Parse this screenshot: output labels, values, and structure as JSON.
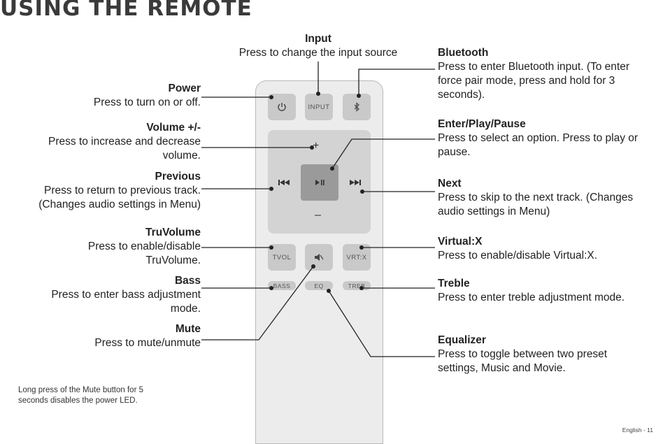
{
  "page": {
    "title": "USING THE REMOTE",
    "footer": "English - 11",
    "note": "Long press of the Mute button for 5 seconds disables the power LED."
  },
  "callouts": {
    "input": {
      "heading": "Input",
      "desc": "Press to change the input source"
    },
    "power": {
      "heading": "Power",
      "desc": "Press to turn on or off."
    },
    "volume": {
      "heading": "Volume +/-",
      "desc": "Press to increase and decrease volume."
    },
    "previous": {
      "heading": "Previous",
      "desc": "Press to return to previous track. (Changes audio settings in Menu)"
    },
    "truvolume": {
      "heading": "TruVolume",
      "desc": "Press to enable/disable TruVolume."
    },
    "bass": {
      "heading": "Bass",
      "desc": "Press to enter bass adjustment mode."
    },
    "mute": {
      "heading": "Mute",
      "desc": "Press to mute/unmute"
    },
    "bluetooth": {
      "heading": "Bluetooth",
      "desc": "Press to enter Bluetooth input. (To enter force pair mode, press and hold for 3 seconds)."
    },
    "enter": {
      "heading": "Enter/Play/Pause",
      "desc": "Press to select an option. Press to play or pause."
    },
    "next": {
      "heading": "Next",
      "desc": "Press to skip to the next track. (Changes audio settings in Menu)"
    },
    "virtualx": {
      "heading": "Virtual:X",
      "desc": "Press to enable/disable Virtual:X."
    },
    "treble": {
      "heading": "Treble",
      "desc": "Press to enter treble adjustment mode."
    },
    "equalizer": {
      "heading": "Equalizer",
      "desc": "Press to toggle between two preset settings, Music and Movie."
    }
  },
  "remote": {
    "input_label": "INPUT",
    "tvol_label": "TVOL",
    "vrtx_label": "VRT:X",
    "bass_label": "BASS",
    "eq_label": "EQ",
    "treb_label": "TREB",
    "plus": "+",
    "minus": "–",
    "icons": [
      "power-icon",
      "bluetooth-icon",
      "previous-icon",
      "play-pause-icon",
      "next-icon",
      "mute-icon"
    ]
  }
}
